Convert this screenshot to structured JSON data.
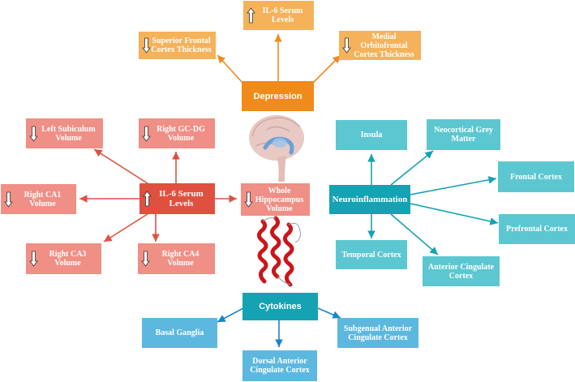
{
  "colors": {
    "orange_light": "#f5b25a",
    "orange_dark": "#f08a1b",
    "red_light": "#ef8f86",
    "red_dark": "#e0503f",
    "teal_light": "#5cc7d0",
    "teal_dark": "#15a2b3",
    "blue_light": "#5db8df"
  },
  "depression": {
    "hub": "Depression",
    "il6": "IL-6 Serum Levels",
    "superior_frontal": "Superior Frontal Cortex Thickness",
    "medial_orbitofrontal": "Medial Orbitofrontal Cortex Thickness"
  },
  "il6": {
    "hub": "IL-6 Serum Levels",
    "left_subiculum": "Left Subiculum Volume",
    "right_gcdg": "Right GC-DG Volume",
    "right_ca1": "Right CA1 Volume",
    "whole_hippocampus": "Whole Hippocampus Volume",
    "right_ca3": "Right CA3 Volume",
    "right_ca4": "Right CA4 Volume"
  },
  "neuroinflammation": {
    "hub": "Neuroinflammation",
    "insula": "Insula",
    "neocortical": "Neocortical Grey Matter",
    "frontal": "Frontal Cortex",
    "prefrontal": "Prefrontal Cortex",
    "temporal": "Temporal Cortex",
    "anterior_cingulate": "Anterior Cingulate Cortex"
  },
  "cytokines": {
    "hub": "Cytokines",
    "basal_ganglia": "Basal Ganglia",
    "subgenual": "Subgenual Anterior Cingulate Cortex",
    "dorsal_anterior": "Dorsal Anterior Cingulate Cortex"
  },
  "icons": {
    "up": "up-arrow-icon",
    "down": "down-arrow-icon",
    "brain": "brain-illustration",
    "protein": "protein-structure-illustration"
  }
}
